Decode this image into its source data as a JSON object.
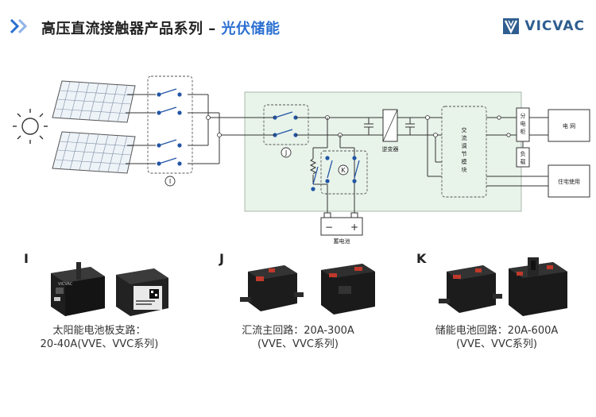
{
  "header": {
    "title_main": "高压直流接触器产品系列 – ",
    "title_accent": "光伏储能",
    "logo_text": "VICVAC"
  },
  "diagram": {
    "switch_labels": {
      "i": "I",
      "j": "J",
      "k": "K"
    },
    "inverter_label": "逆变器",
    "module_label": "交流调节模块",
    "distribution_label": "分电柜",
    "load_label": "负载",
    "grid_label": "电 网",
    "home_label": "住宅使用",
    "battery_label": "蓄电池",
    "battery_minus": "−",
    "battery_plus": "+"
  },
  "products": [
    {
      "letter": "I",
      "caption_line1": "太阳能电池板支路：",
      "caption_line2": "20-40A(VVE、VVC系列)"
    },
    {
      "letter": "J",
      "caption_line1": "汇流主回路：20A-300A",
      "caption_line2": "(VVE、VVC系列)"
    },
    {
      "letter": "K",
      "caption_line1": "储能电池回路：20A-600A",
      "caption_line2": "(VVE、VVC系列)"
    }
  ],
  "colors": {
    "accent": "#2a6fd1",
    "switch_blue": "#2255a4",
    "panel_fill": "#e8f3ea",
    "line": "#333333"
  }
}
